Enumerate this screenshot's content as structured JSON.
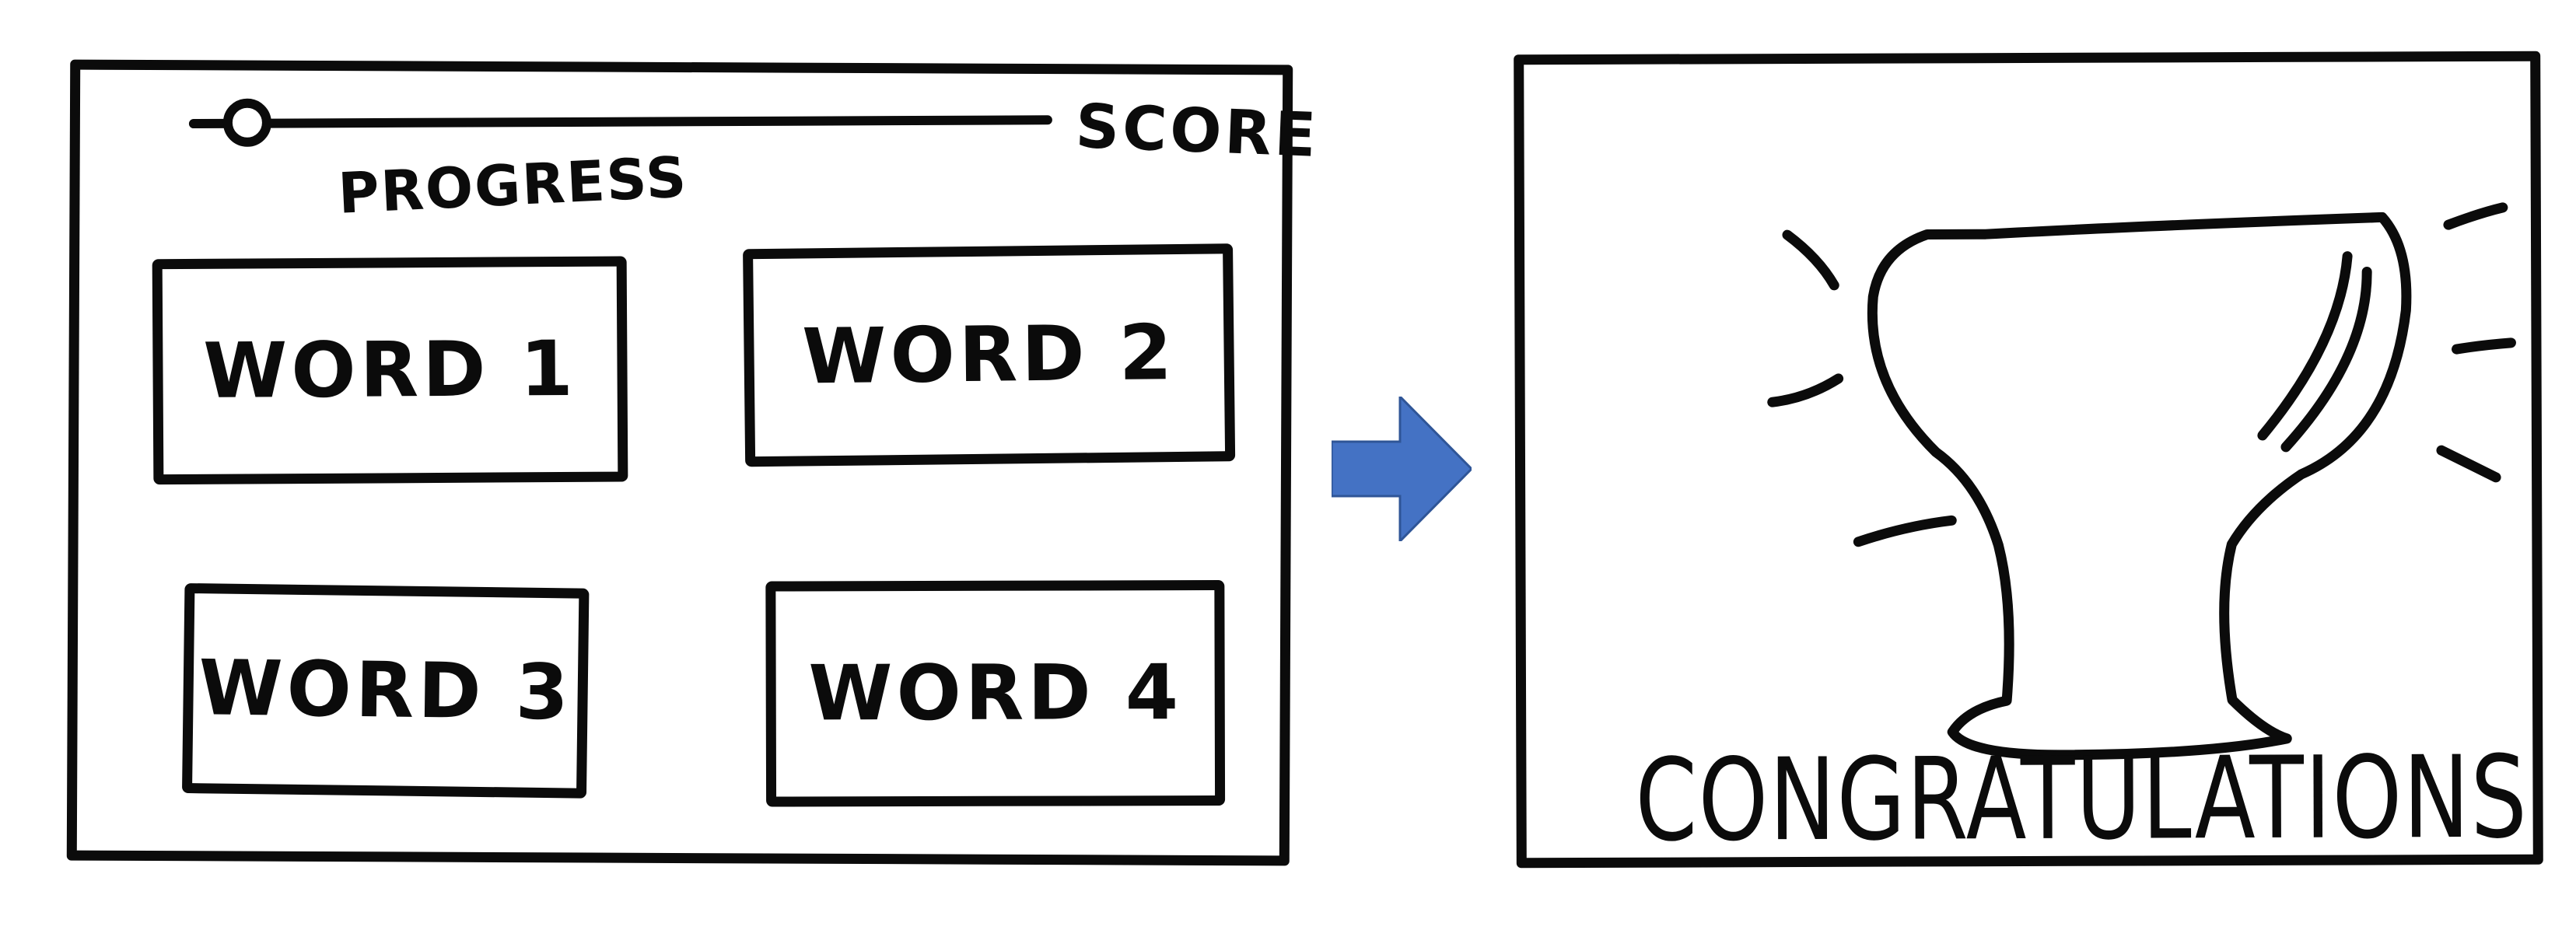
{
  "game_screen": {
    "progress_label": "PROGRESS",
    "progress_fraction": 0.04,
    "score_label": "SCORE",
    "words": [
      "WORD 1",
      "WORD 2",
      "WORD 3",
      "WORD 4"
    ]
  },
  "flow_arrow": {
    "color": "#4472c4"
  },
  "win_screen": {
    "icon": "trophy-icon",
    "message": "CONGRATULATIONS"
  }
}
